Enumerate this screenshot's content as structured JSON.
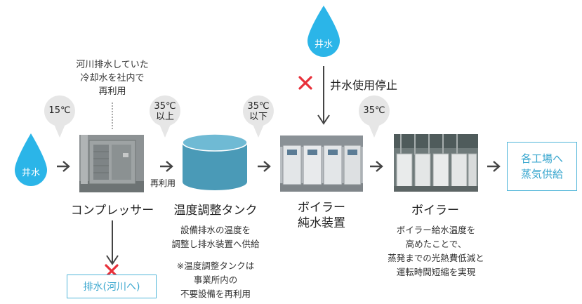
{
  "top_source": {
    "label": "井水",
    "stop_label": "井水使用停止"
  },
  "left_source": {
    "label": "井水"
  },
  "river_note": {
    "lines": [
      "河川排水していた",
      "冷却水を社内で",
      "再利用"
    ]
  },
  "temperatures": {
    "t1": {
      "lines": [
        "15℃"
      ]
    },
    "t2": {
      "lines": [
        "35℃",
        "以上"
      ]
    },
    "t3": {
      "lines": [
        "35℃",
        "以下"
      ]
    },
    "t4": {
      "lines": [
        "35℃"
      ]
    }
  },
  "reuse_label": "再利用",
  "stages": {
    "compressor": {
      "caption": "コンプレッサー"
    },
    "tank": {
      "caption": "温度調整タンク",
      "description": [
        "設備排水の温度を",
        "調整し排水装置へ供給"
      ],
      "note": [
        "※温度調整タンクは",
        "事業所内の",
        "不要設備を再利用"
      ]
    },
    "purifier": {
      "caption_lines": [
        "ボイラー",
        "純水装置"
      ]
    },
    "boiler": {
      "caption": "ボイラー",
      "description": [
        "ボイラー給水温度を",
        "高めたことで、",
        "蒸発までの光熱費低減と",
        "運転時間短縮を実現"
      ]
    }
  },
  "destination": {
    "lines": [
      "各工場へ",
      "蒸気供給"
    ]
  },
  "drain": {
    "label": "排水(河川へ)"
  },
  "colors": {
    "water": "#2bb5e8",
    "cross": "#e8303a",
    "bubble": "#e6e6e6",
    "box_border": "#52b6d9",
    "arrow": "#444444"
  }
}
